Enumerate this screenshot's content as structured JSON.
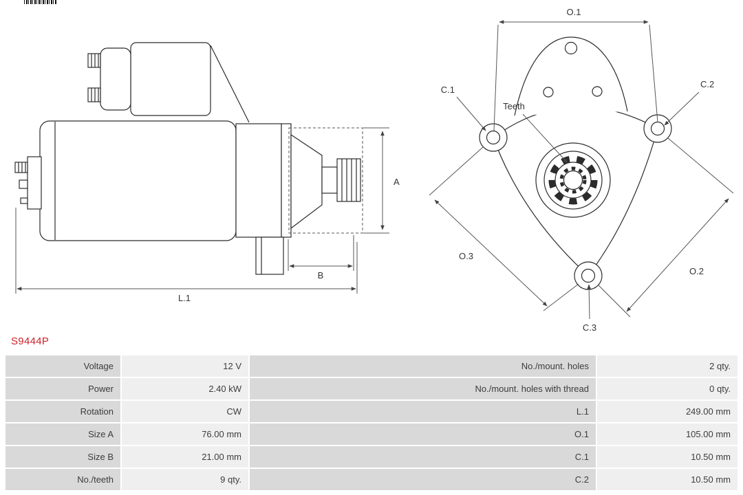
{
  "icons": {
    "barcode": "barcode"
  },
  "part_number": "S9444P",
  "drawing": {
    "side_view": {
      "dim_a": "A",
      "dim_b": "B",
      "dim_l1": "L.1"
    },
    "front_view": {
      "dim_o1": "O.1",
      "dim_o2": "O.2",
      "dim_o3": "O.3",
      "dim_c1": "C.1",
      "dim_c2": "C.2",
      "dim_c3": "C.3",
      "teeth_label": "Teeth"
    }
  },
  "table": {
    "rows": [
      {
        "label_left": "Voltage",
        "value_left": "12 V",
        "label_right": "No./mount. holes",
        "value_right": "2 qty."
      },
      {
        "label_left": "Power",
        "value_left": "2.40 kW",
        "label_right": "No./mount. holes with thread",
        "value_right": "0 qty."
      },
      {
        "label_left": "Rotation",
        "value_left": "CW",
        "label_right": "L.1",
        "value_right": "249.00 mm"
      },
      {
        "label_left": "Size A",
        "value_left": "76.00 mm",
        "label_right": "O.1",
        "value_right": "105.00 mm"
      },
      {
        "label_left": "Size B",
        "value_left": "21.00 mm",
        "label_right": "C.1",
        "value_right": "10.50 mm"
      },
      {
        "label_left": "No./teeth",
        "value_left": "9 qty.",
        "label_right": "C.2",
        "value_right": "10.50 mm"
      }
    ]
  },
  "colors": {
    "part_number_text": "#cc2229",
    "table_label_bg": "#d9d9d9",
    "table_value_bg": "#efefef",
    "drawing_line": "#2b2b2b"
  }
}
